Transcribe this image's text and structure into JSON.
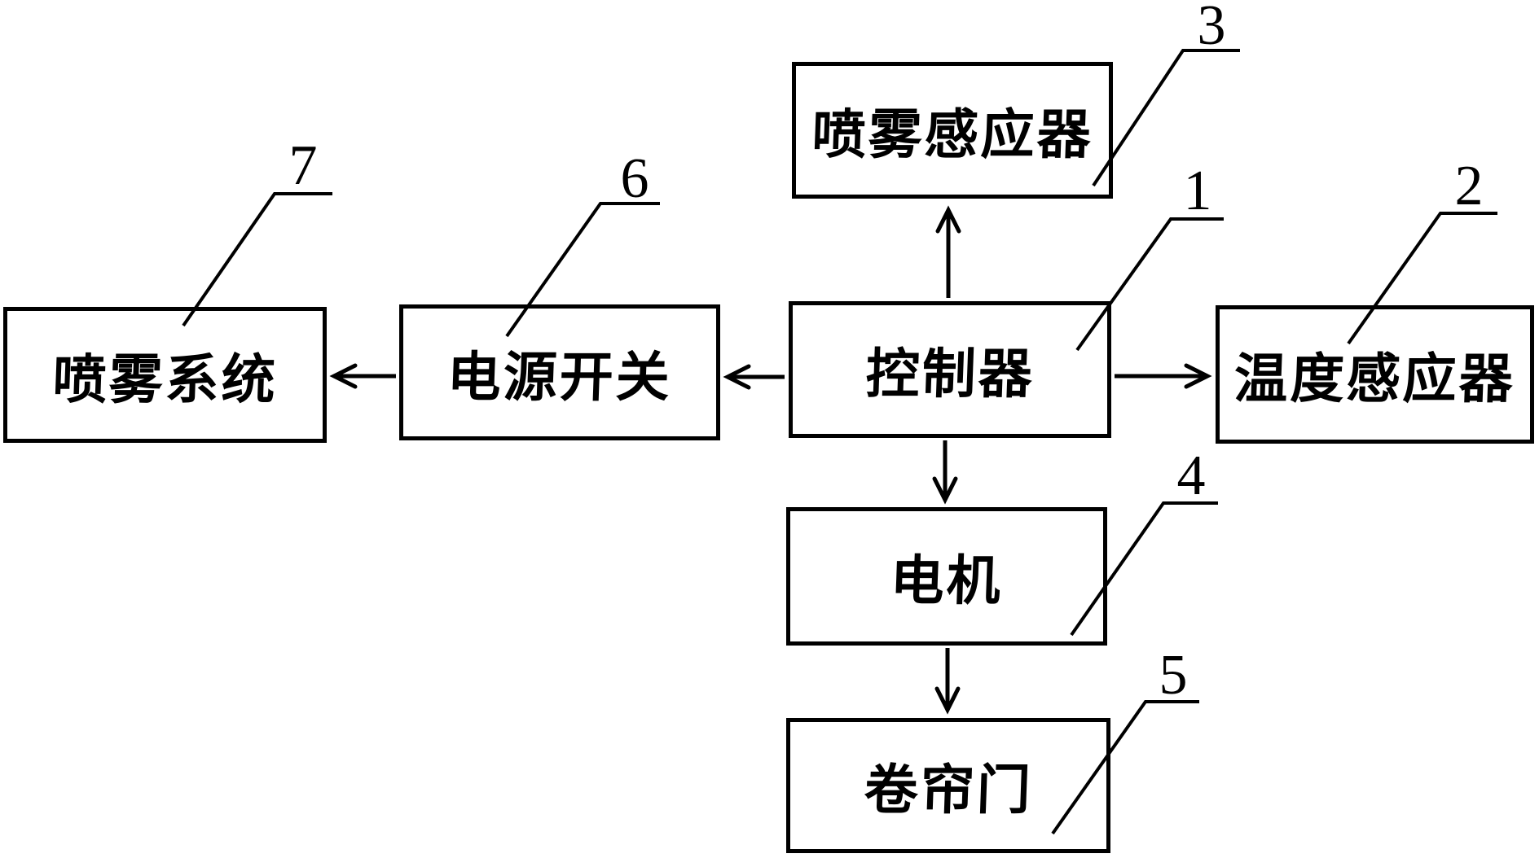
{
  "diagram": {
    "type": "block-diagram",
    "background_color": "#ffffff",
    "line_color": "#000000",
    "blocks": [
      {
        "id": "spray-sensor",
        "label": "喷雾感应器",
        "ref": "3"
      },
      {
        "id": "controller",
        "label": "控制器",
        "ref": "1"
      },
      {
        "id": "temperature-sensor",
        "label": "温度感应器",
        "ref": "2"
      },
      {
        "id": "power-switch",
        "label": "电源开关",
        "ref": "6"
      },
      {
        "id": "spray-system",
        "label": "喷雾系统",
        "ref": "7"
      },
      {
        "id": "motor",
        "label": "电机",
        "ref": "4"
      },
      {
        "id": "rolling-door",
        "label": "卷帘门",
        "ref": "5"
      }
    ],
    "connections": [
      {
        "from": "controller",
        "to": "spray-sensor",
        "direction": "up"
      },
      {
        "from": "controller",
        "to": "temperature-sensor",
        "direction": "right"
      },
      {
        "from": "controller",
        "to": "power-switch",
        "direction": "left"
      },
      {
        "from": "power-switch",
        "to": "spray-system",
        "direction": "left"
      },
      {
        "from": "controller",
        "to": "motor",
        "direction": "down"
      },
      {
        "from": "motor",
        "to": "rolling-door",
        "direction": "down"
      }
    ]
  }
}
